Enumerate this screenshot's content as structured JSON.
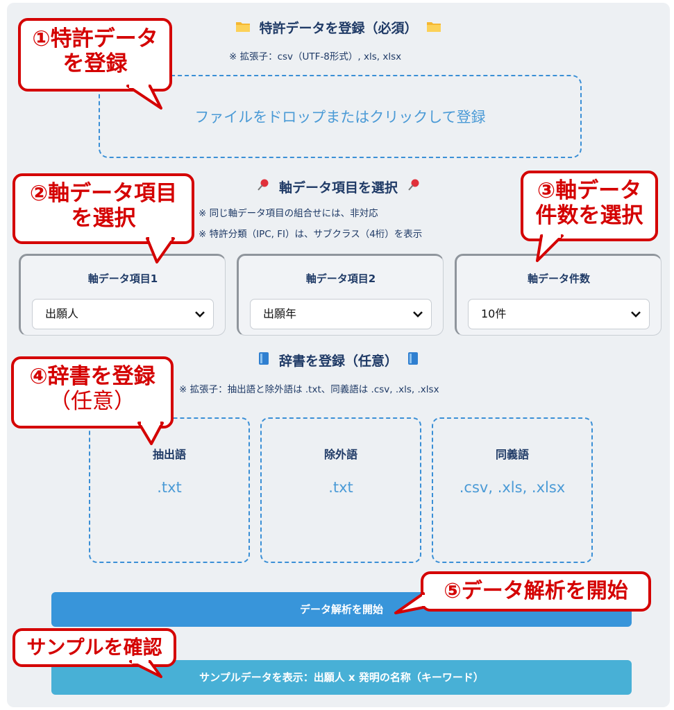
{
  "patent": {
    "title": "特許データを登録（必須）",
    "note": "※ 拡張子：csv（UTF-8形式）, xls, xlsx",
    "dropzone": "ファイルをドロップまたはクリックして登録"
  },
  "axis": {
    "title": "軸データ項目を選択",
    "notes": [
      "※ 同じ軸データ項目の組合せには、非対応",
      "※ 特許分類（IPC, FI）は、サブクラス（4桁）を表示"
    ],
    "cards": [
      {
        "label": "軸データ項目1",
        "value": "出願人"
      },
      {
        "label": "軸データ項目2",
        "value": "出願年"
      },
      {
        "label": "軸データ件数",
        "value": "10件"
      }
    ]
  },
  "dictionary": {
    "title": "辞書を登録（任意）",
    "note": "※ 拡張子：抽出語と除外語は .txt、同義語は .csv, .xls, .xlsx",
    "zones": [
      {
        "label": "抽出語",
        "ext": ".txt"
      },
      {
        "label": "除外語",
        "ext": ".txt"
      },
      {
        "label": "同義語",
        "ext": ".csv, .xls, .xlsx"
      }
    ]
  },
  "buttons": {
    "analyze": "データ解析を開始",
    "sample": "サンプルデータを表示：出願人 x 発明の名称（キーワード）"
  },
  "callouts": {
    "c1": [
      "①特許データ",
      "を登録"
    ],
    "c2": [
      "②軸データ項目",
      "を選択"
    ],
    "c3": [
      "③軸データ",
      "件数を選択"
    ],
    "c4": [
      "④辞書を登録",
      "（任意）"
    ],
    "c5": "⑤データ解析を開始",
    "c6": "サンプルを確認"
  },
  "colors": {
    "accent": "#3895da",
    "callout": "#d40000",
    "dashed": "#3a8fd6"
  },
  "icons": {
    "folder": "folder-icon",
    "pin": "pushpin-icon",
    "book": "book-icon",
    "chevron": "chevron-down-icon"
  }
}
